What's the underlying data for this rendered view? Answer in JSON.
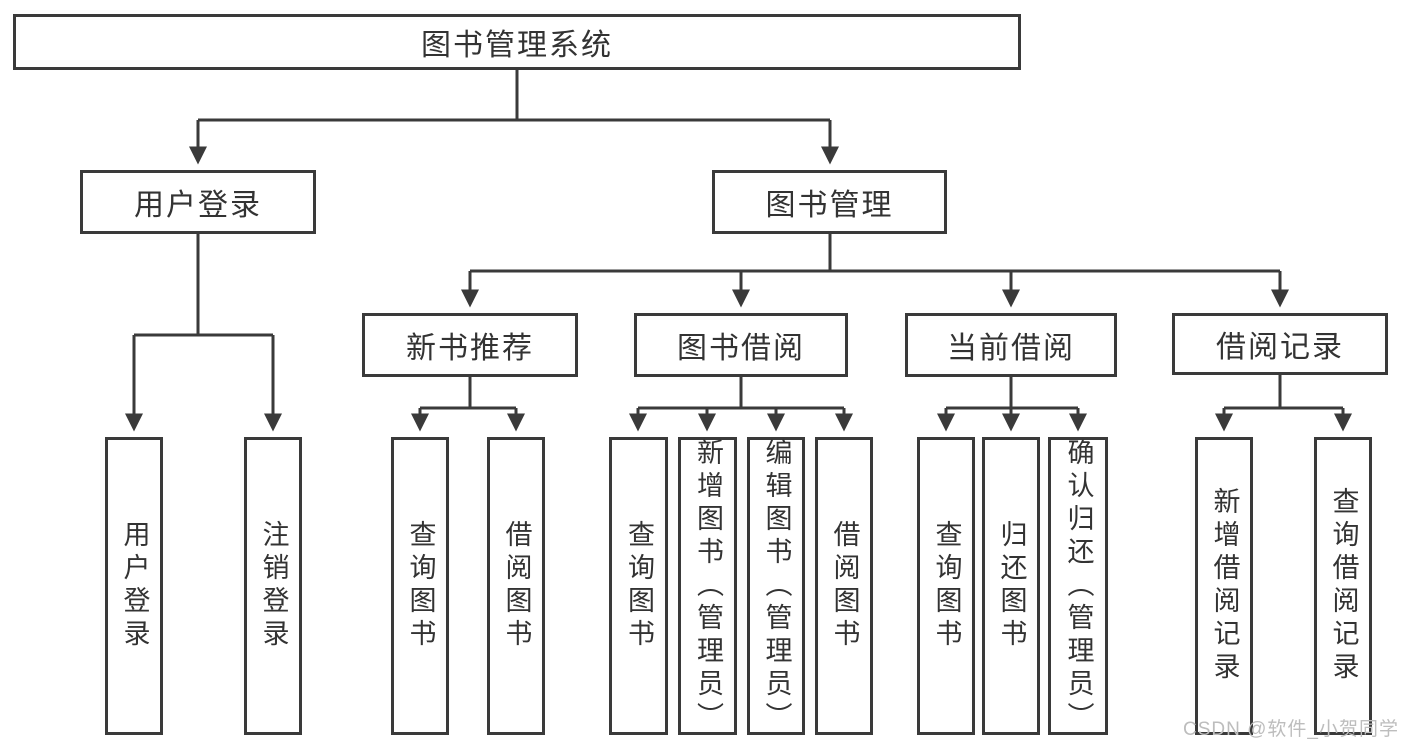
{
  "diagram_type": "hierarchy-tree",
  "colors": {
    "line": "#3a3a3a",
    "text": "#333333",
    "watermark": "#bdbdbd",
    "background": "#ffffff"
  },
  "watermark": "CSDN @软件_小贺同学",
  "tree": {
    "root": {
      "label": "图书管理系统",
      "children": [
        {
          "label": "用户登录",
          "children": [
            {
              "label": "用户登录"
            },
            {
              "label": "注销登录"
            }
          ]
        },
        {
          "label": "图书管理",
          "children": [
            {
              "label": "新书推荐",
              "children": [
                {
                  "label": "查询图书"
                },
                {
                  "label": "借阅图书"
                }
              ]
            },
            {
              "label": "图书借阅",
              "children": [
                {
                  "label": "查询图书"
                },
                {
                  "label": "新增图书（管理员）"
                },
                {
                  "label": "编辑图书（管理员）"
                },
                {
                  "label": "借阅图书"
                }
              ]
            },
            {
              "label": "当前借阅",
              "children": [
                {
                  "label": "查询图书"
                },
                {
                  "label": "归还图书"
                },
                {
                  "label": "确认归还（管理员）"
                }
              ]
            },
            {
              "label": "借阅记录",
              "children": [
                {
                  "label": "新增借阅记录"
                },
                {
                  "label": "查询借阅记录"
                }
              ]
            }
          ]
        }
      ]
    }
  }
}
